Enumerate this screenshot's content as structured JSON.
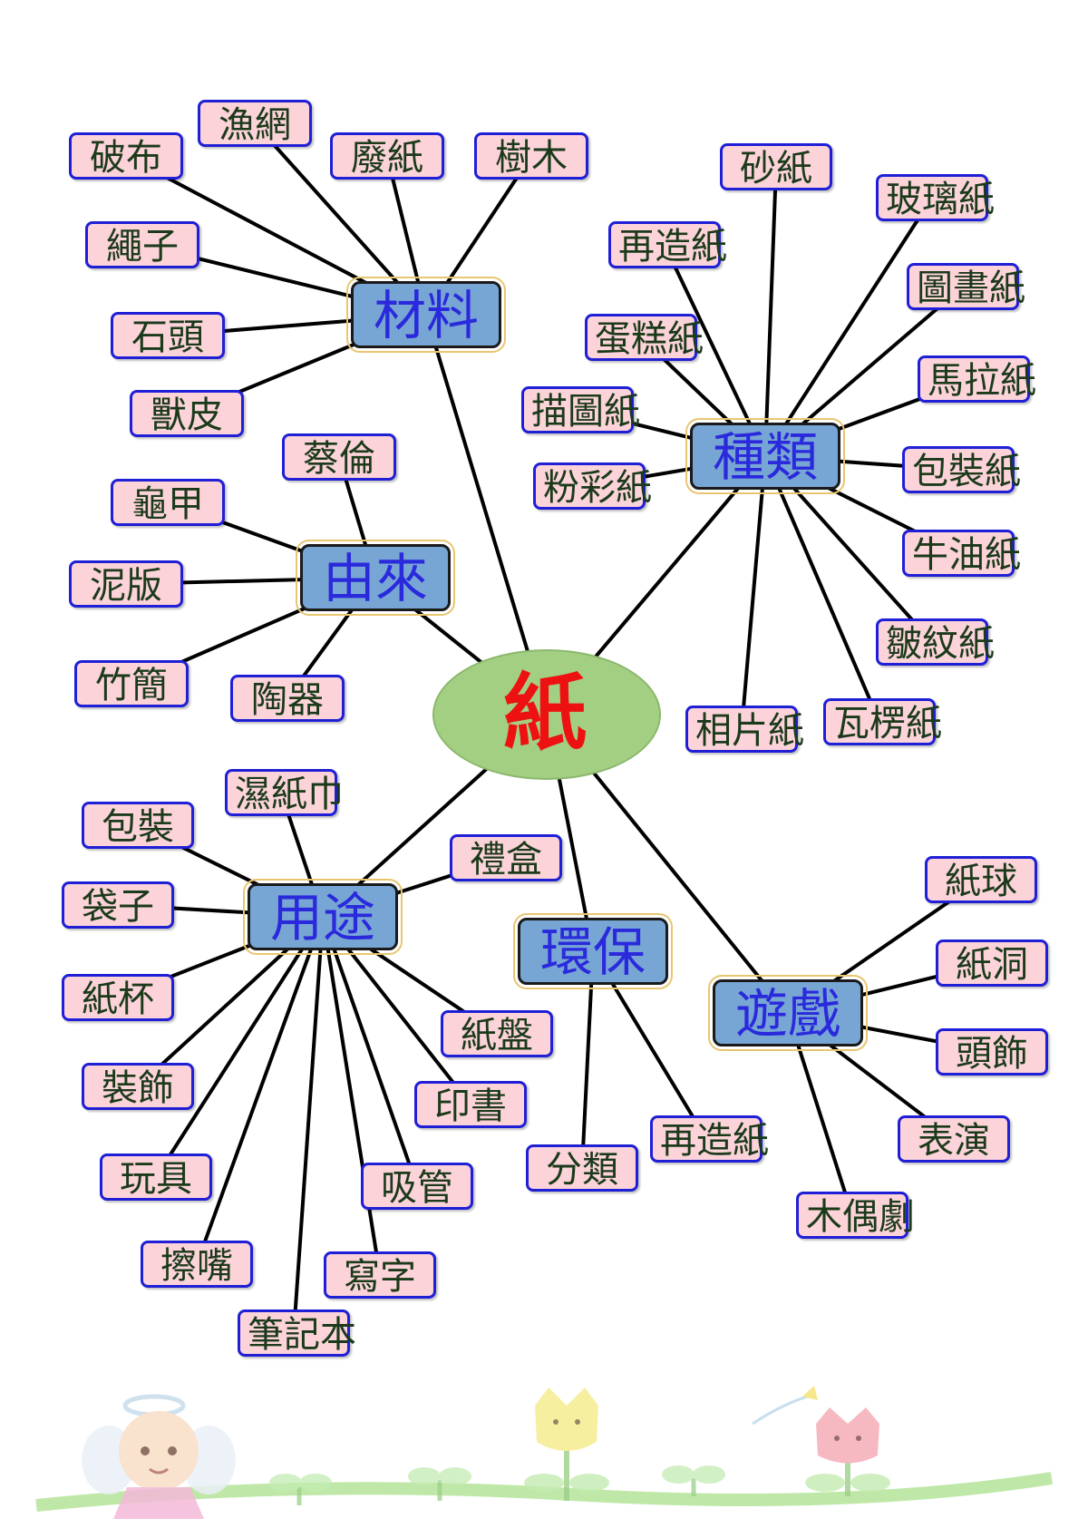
{
  "center": {
    "label": "紙"
  },
  "categories": {
    "materials": "材料",
    "origin": "由來",
    "types": "種類",
    "uses": "用途",
    "eco": "環保",
    "games": "遊戲"
  },
  "leaves": {
    "materials": [
      "破布",
      "漁網",
      "廢紙",
      "樹木",
      "繩子",
      "石頭",
      "獸皮"
    ],
    "origin": [
      "蔡倫",
      "龜甲",
      "泥版",
      "竹簡",
      "陶器"
    ],
    "types": [
      "砂紙",
      "玻璃紙",
      "再造紙",
      "圖畫紙",
      "蛋糕紙",
      "馬拉紙",
      "描圖紙",
      "粉彩紙",
      "包裝紙",
      "牛油紙",
      "皺紋紙",
      "相片紙",
      "瓦楞紙"
    ],
    "uses": [
      "濕紙巾",
      "包裝",
      "禮盒",
      "袋子",
      "紙杯",
      "紙盤",
      "裝飾",
      "印書",
      "玩具",
      "吸管",
      "擦嘴",
      "寫字",
      "筆記本"
    ],
    "eco": [
      "再造紙",
      "分類"
    ],
    "games": [
      "紙球",
      "紙洞",
      "頭飾",
      "表演",
      "木偶劇"
    ]
  },
  "colors": {
    "leaf_fill": "#fdd3da",
    "leaf_border": "#1f1fd6",
    "category_fill": "#78a6d4",
    "category_text": "#2a2adc",
    "center_fill": "#a3cf83",
    "center_text": "#ee1111",
    "connector": "#000000"
  },
  "decoration": {
    "footer": "angel-and-tulips-illustration"
  }
}
